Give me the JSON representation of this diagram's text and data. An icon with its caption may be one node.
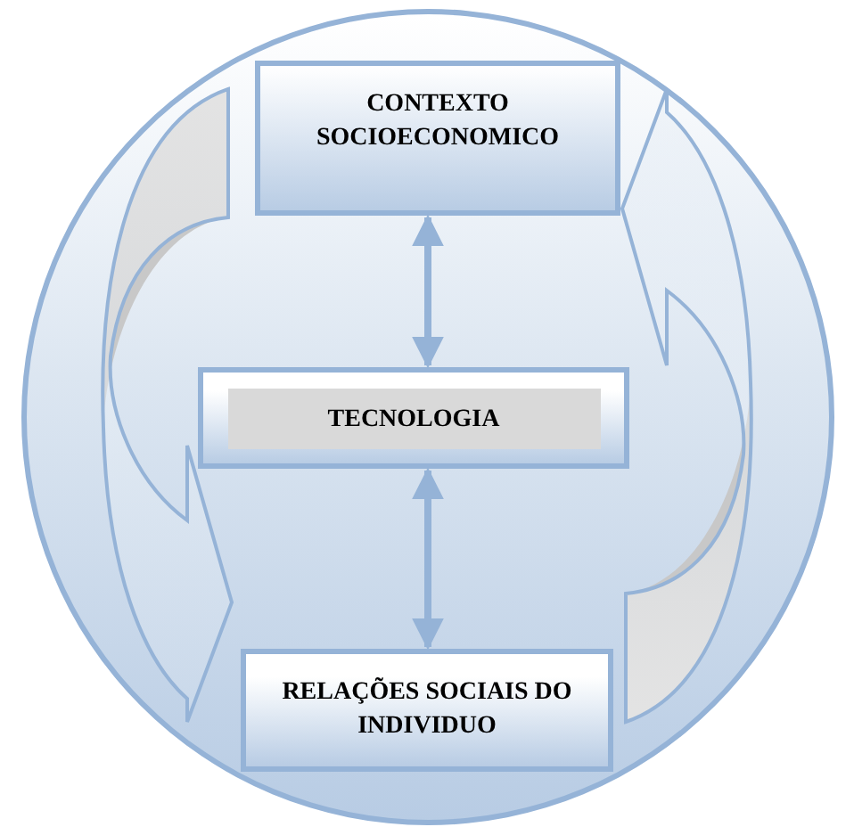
{
  "diagram": {
    "nodes": [
      {
        "text": [],
        "shape": "circle"
      },
      {
        "text": [
          "CONTEXTO SOCIOECONOMICO"
        ],
        "in": 0
      },
      {
        "text": [
          "TECNOLOGIA"
        ],
        "in": 0
      },
      {
        "text": [
          "RELAÇÕES SOCIAIS DO INDIVIDUO"
        ],
        "in": 0
      }
    ],
    "edges": [
      {
        "from": 1,
        "to": 2,
        "arrow": "both"
      },
      {
        "from": 2,
        "to": 3,
        "arrow": "both"
      }
    ]
  }
}
